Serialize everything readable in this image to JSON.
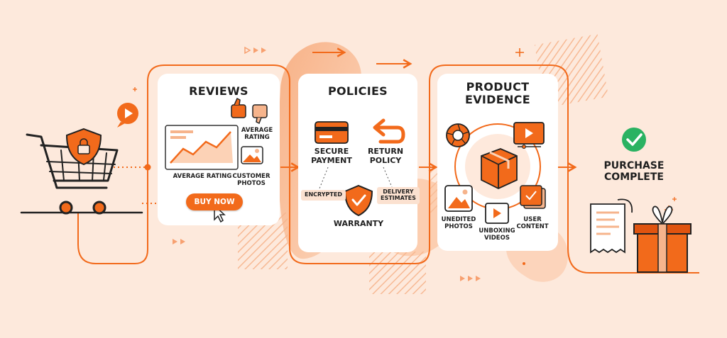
{
  "colors": {
    "background": "#fde9dc",
    "accent": "#f26a1b",
    "accent_dark": "#e05410",
    "card": "#ffffff",
    "success": "#2ab262",
    "text": "#1f1f1f"
  },
  "icons": {
    "cart": "shopping-cart-icon",
    "shield": "shield-lock-icon",
    "play": "play-bubble-icon",
    "thumbs": "thumbs-up-down-icon",
    "card": "credit-card-icon",
    "return": "return-arrow-icon",
    "warranty": "shield-check-icon",
    "aperture": "camera-aperture-icon",
    "video": "video-player-icon",
    "box": "package-box-icon",
    "photo": "photo-icon",
    "ugc": "user-content-icon",
    "check": "check-circle-icon",
    "receipt": "receipt-icon",
    "gift": "gift-box-icon"
  },
  "reviews": {
    "title": "REVIEWS",
    "average_rating_top": "AVERAGE\nRATING",
    "average_rating": "AVERAGE RATING",
    "customer_photos": "CUSTOMER\nPHOTOS",
    "buy_now": "BUY NOW"
  },
  "policies": {
    "title": "POLICIES",
    "secure_payment": "SECURE\nPAYMENT",
    "return_policy": "RETURN\nPOLICY",
    "encrypted": "ENCRYPTED",
    "delivery_estimates": "DELIVERY\nESTIMATES",
    "warranty": "WARRANTY"
  },
  "evidence": {
    "title": "PRODUCT\nEVIDENCE",
    "unedited_photos": "UNEDITED\nPHOTOS",
    "unboxing_videos": "UNBOXING\nVIDEOS",
    "user_content": "USER\nCONTENT"
  },
  "final": {
    "label": "PURCHASE\nCOMPLETE"
  }
}
